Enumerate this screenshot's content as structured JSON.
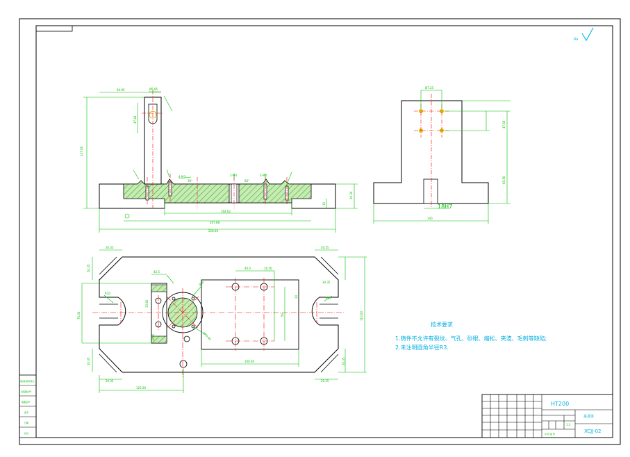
{
  "colors": {
    "paper": "#ffffff",
    "outline": "#000000",
    "dimension": "#00c000",
    "centerline": "#ff0000",
    "hatch": "#33aa33",
    "hatch_fill": "#c8ebb4",
    "hole": "#e0c000",
    "note_text": "#00b0e0",
    "title_text": "#00b0e0",
    "roughness": "#00c0e0"
  },
  "drawing": {
    "roughness_mark": "Ra",
    "front_view": {
      "labels": {
        "top_width": "64.95",
        "slot_width": "Ø5.85",
        "height_total": "147.56",
        "slot_depth": "47.84",
        "angle_left": "30°",
        "angle_right": "60°",
        "thread_left": "4-M3",
        "thread_mid": "2-M4",
        "thread_right": "2-M4",
        "base_height": "30.30",
        "base_step": "15",
        "inner_span": "164.62",
        "mid_span": "207.68",
        "overall_length": "228.00"
      }
    },
    "side_view": {
      "labels": {
        "hole_spacing": "Ø7.25",
        "hole_height": "47.56",
        "side_height": "65.56",
        "fit_tolerance": "18H7",
        "base_length": "140"
      }
    },
    "top_view": {
      "labels": {
        "corner_tl": "20.35",
        "corner_tl_h": "50.35",
        "corner_tr": "20.35",
        "corner_tr_h": "30.35",
        "slot_r": "R10",
        "slot_r_right": "R10",
        "hole_pitch_x": "40.0",
        "hole_pitch_x2": "16.50",
        "hole_pitch_y": "50",
        "hole_pitch_y2": "20",
        "circle_dia": "Ø56",
        "circle_pcd": "Ø70.92",
        "block_w": "33.60",
        "block_h": "42.5",
        "rect_w": "100.00",
        "height_left": "70.00",
        "height_right": "110.00",
        "corner_bl": "20.35",
        "corner_bl_h": "20.35",
        "corner_br": "20.35",
        "corner_br_h": "20.35",
        "bottom_pos": "125.00",
        "bottom_pos_small": "20.4"
      }
    }
  },
  "notes": {
    "title": "技术要求",
    "line1": "1.铸件不允许有裂纹、气孔、砂眼、缩松、夹渣、毛刺等缺陷;",
    "line2": "2.未注明圆角半径R3."
  },
  "title_block": {
    "material": "HT200",
    "part_name": "夹具体",
    "drawing_no": "XCJJ-02",
    "scale": "1:1",
    "sheet": "共 张 第 张"
  },
  "left_strip": {
    "labels": [
      "借(通)用件登记",
      "旧底图总号",
      "底图总号",
      "签字",
      "日期",
      "标记"
    ]
  }
}
